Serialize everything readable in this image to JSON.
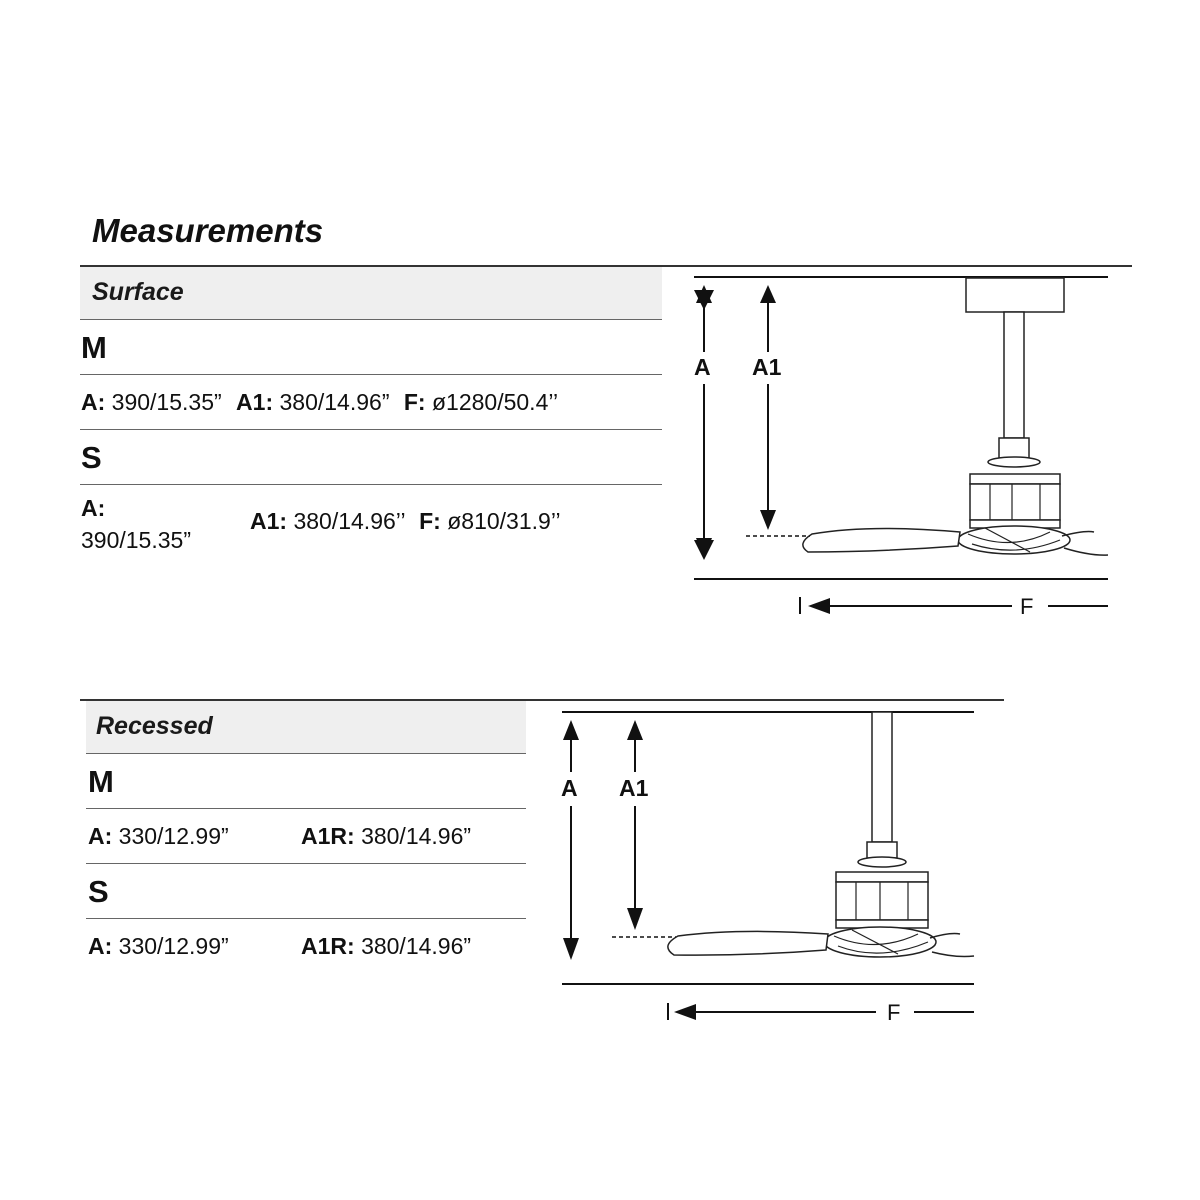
{
  "title": "Measurements",
  "surface": {
    "label": "Surface",
    "models": [
      {
        "size": "M",
        "specs": [
          {
            "key": "A:",
            "value": "390/15.35”"
          },
          {
            "key": "A1:",
            "value": "380/14.96”"
          },
          {
            "key": "F:",
            "value": "ø1280/50.4’’"
          }
        ]
      },
      {
        "size": "S",
        "specs": [
          {
            "key": "A:",
            "value": "390/15.35”"
          },
          {
            "key": "A1:",
            "value": "380/14.96’’"
          },
          {
            "key": "F:",
            "value": "ø810/31.9’’"
          }
        ]
      }
    ],
    "diagram": {
      "label_a": "A",
      "label_a1": "A1",
      "label_f": "F"
    }
  },
  "recessed": {
    "label": "Recessed",
    "models": [
      {
        "size": "M",
        "specs": [
          {
            "key": "A:",
            "value": "330/12.99”"
          },
          {
            "key": "A1R:",
            "value": "380/14.96”"
          }
        ]
      },
      {
        "size": "S",
        "specs": [
          {
            "key": "A:",
            "value": "330/12.99”"
          },
          {
            "key": "A1R:",
            "value": "380/14.96”"
          }
        ]
      }
    ],
    "diagram": {
      "label_a": "A",
      "label_a1": "A1",
      "label_f": "F"
    }
  }
}
